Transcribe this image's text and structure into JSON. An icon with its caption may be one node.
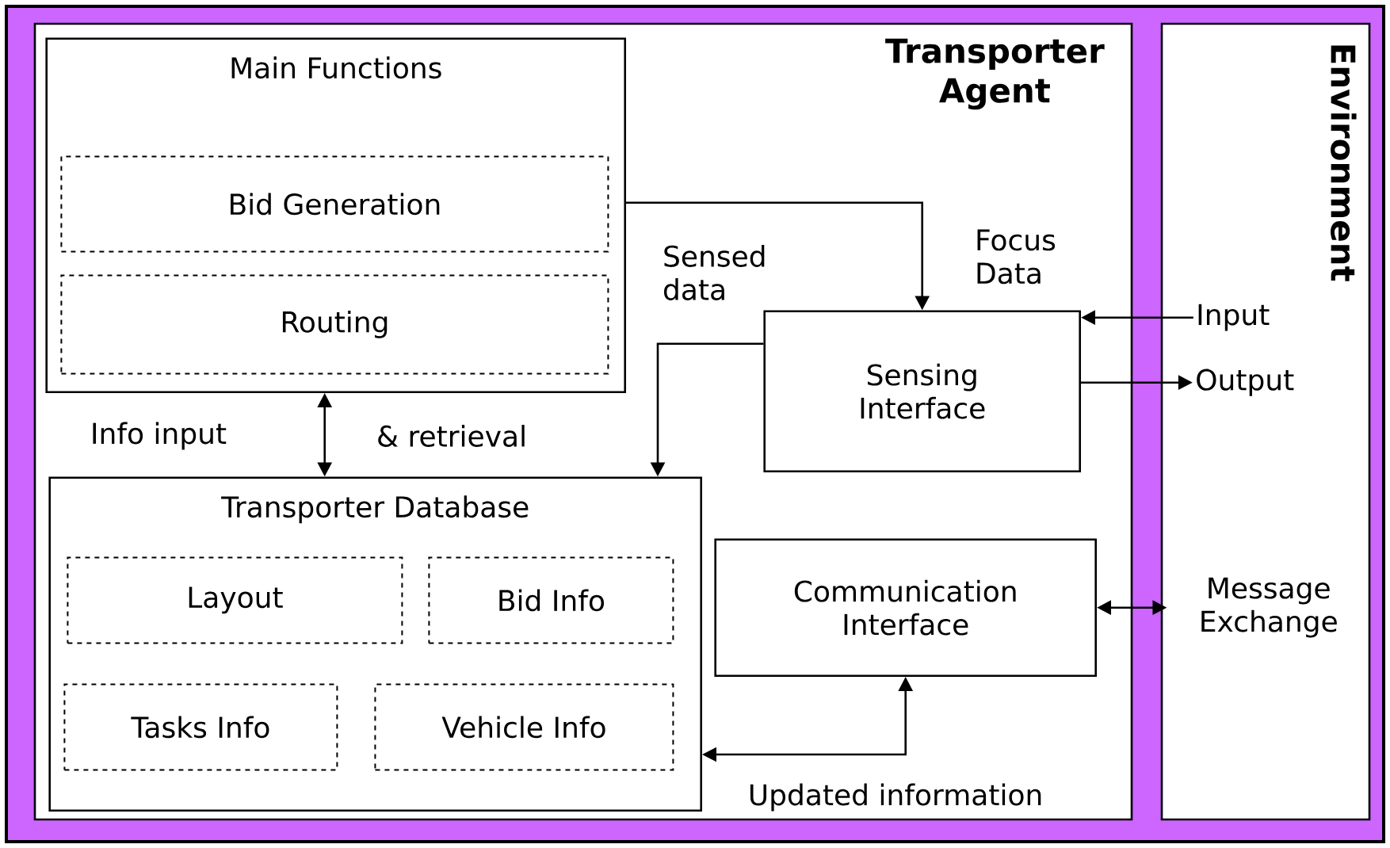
{
  "diagram": {
    "nodes": [
      {
        "text": [
          "Transporter Agent"
        ]
      },
      {
        "text": [
          "Environment"
        ]
      },
      {
        "text": [
          "Main Functions"
        ],
        "in": 0
      },
      {
        "text": [
          "Bid Generation"
        ],
        "in": 2
      },
      {
        "text": [
          "Routing"
        ],
        "in": 2
      },
      {
        "text": [
          "Transporter Database"
        ],
        "in": 0
      },
      {
        "text": [
          "Layout"
        ],
        "in": 5
      },
      {
        "text": [
          "Bid Info"
        ],
        "in": 5
      },
      {
        "text": [
          "Tasks Info"
        ],
        "in": 5
      },
      {
        "text": [
          "Vehicle Info"
        ],
        "in": 5
      },
      {
        "text": [
          "Sensing Interface"
        ],
        "in": 0
      },
      {
        "text": [
          "Communication Interface"
        ],
        "in": 0
      },
      {
        "text": [
          "Input"
        ],
        "in": 1
      },
      {
        "text": [
          "Output"
        ],
        "in": 1
      },
      {
        "text": [
          "Message Exchange"
        ],
        "in": 1
      }
    ],
    "edges": [
      {
        "from": 2,
        "to": 10,
        "arrow": "to",
        "label": "Focus Data"
      },
      {
        "from": 10,
        "to": 5,
        "arrow": "to",
        "label": "Sensed data"
      },
      {
        "from": 2,
        "to": 5,
        "arrow": "both",
        "label": "Info input"
      },
      {
        "from": 5,
        "to": 11,
        "arrow": "both",
        "label": "Updated information"
      },
      {
        "from": 12,
        "to": 10,
        "arrow": "to"
      },
      {
        "from": 10,
        "to": 13,
        "arrow": "to"
      },
      {
        "from": 11,
        "to": 14,
        "arrow": "both"
      }
    ],
    "labels": [
      "& retrieval"
    ]
  }
}
